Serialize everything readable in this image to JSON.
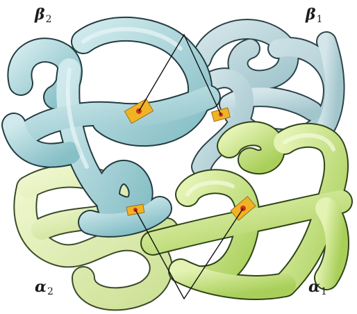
{
  "labels": {
    "beta2": {
      "symbol": "β",
      "subscript": "2"
    },
    "beta1": {
      "symbol": "β",
      "subscript": "1"
    },
    "alpha2": {
      "symbol": "α",
      "subscript": "2"
    },
    "alpha1": {
      "symbol": "α",
      "subscript": "1"
    }
  },
  "colors": {
    "beta_back": "#b9d6dc",
    "beta_front": "#9fcfd5",
    "alpha_back": "#dcecaa",
    "alpha_front": "#c4e07c",
    "outline": "#2a3a3a",
    "heme": "#f0b323",
    "heme_iron": "#d03020"
  }
}
